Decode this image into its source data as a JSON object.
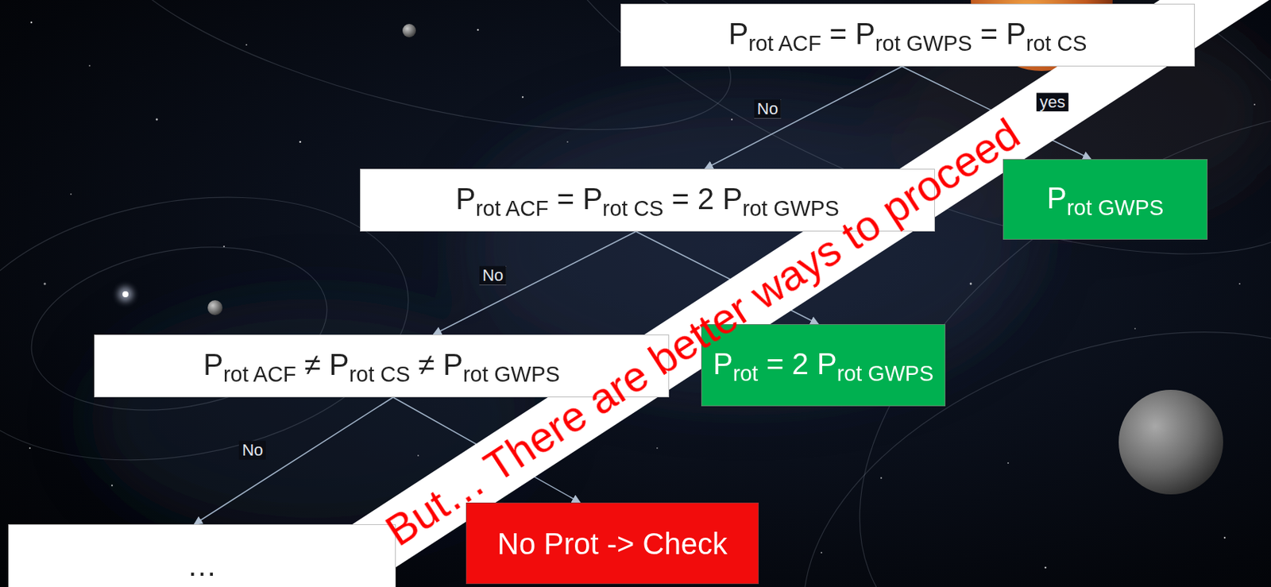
{
  "diagram": {
    "nodes": [
      {
        "text": [
          "Prot ACF = Prot GWPS = Prot CS"
        ]
      },
      {
        "text": [
          "Prot ACF = Prot CS = 2 Prot GWPS"
        ]
      },
      {
        "text": [
          "Prot GWPS"
        ]
      },
      {
        "text": [
          "Prot ACF ≠ Prot CS ≠ Prot GWPS"
        ]
      },
      {
        "text": [
          "Prot = 2 Prot GWPS"
        ]
      },
      {
        "text": [
          "…"
        ]
      },
      {
        "text": [
          "No Prot -> Check"
        ]
      }
    ],
    "edges": [
      {
        "from": 0,
        "to": 1,
        "label": "No",
        "arrow": "to"
      },
      {
        "from": 0,
        "to": 2,
        "label": "yes",
        "arrow": "to"
      },
      {
        "from": 1,
        "to": 3,
        "label": "No",
        "arrow": "to"
      },
      {
        "from": 1,
        "to": 4,
        "arrow": "to"
      },
      {
        "from": 3,
        "to": 5,
        "label": "No",
        "arrow": "to"
      },
      {
        "from": 3,
        "to": 6,
        "arrow": "to"
      }
    ],
    "labels": [
      "But… There are better ways to proceed"
    ]
  }
}
